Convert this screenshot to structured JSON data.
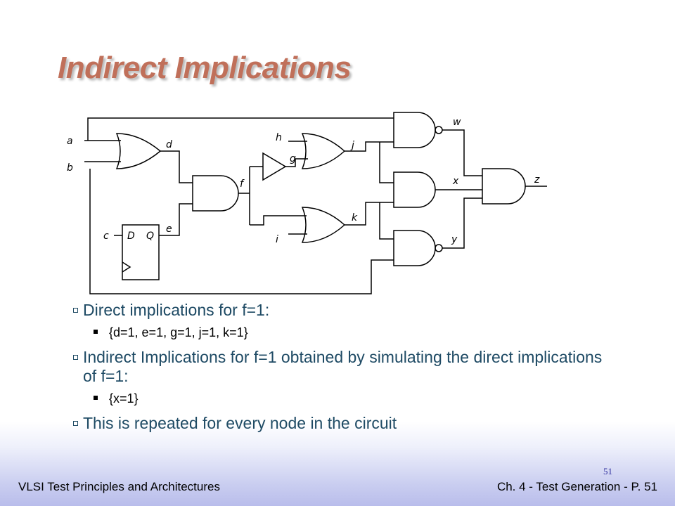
{
  "slide": {
    "title": "Indirect Implications",
    "page_number": "51"
  },
  "diagram": {
    "signal_labels": {
      "a": "a",
      "b": "b",
      "c": "c",
      "d": "d",
      "e": "e",
      "f": "f",
      "g": "g",
      "h": "h",
      "i": "i",
      "j": "j",
      "k": "k",
      "w": "w",
      "x": "x",
      "y": "y",
      "z": "z"
    },
    "flip_flop": {
      "d_label": "D",
      "q_label": "Q"
    }
  },
  "bullets": [
    {
      "text": "Direct implications for f=1:",
      "sub": "{d=1, e=1, g=1, j=1, k=1}"
    },
    {
      "text": "Indirect Implications for f=1 obtained by simulating the direct implications of f=1:",
      "sub": "{x=1}"
    },
    {
      "text": "This is repeated for every node in the circuit"
    }
  ],
  "footer": {
    "left": "VLSI Test Principles and Architectures",
    "right": "Ch. 4 - Test Generation - P. 51"
  },
  "colors": {
    "title": "#c0705a",
    "bullet_text": "#1e4a64",
    "page_number": "#3333a0"
  }
}
